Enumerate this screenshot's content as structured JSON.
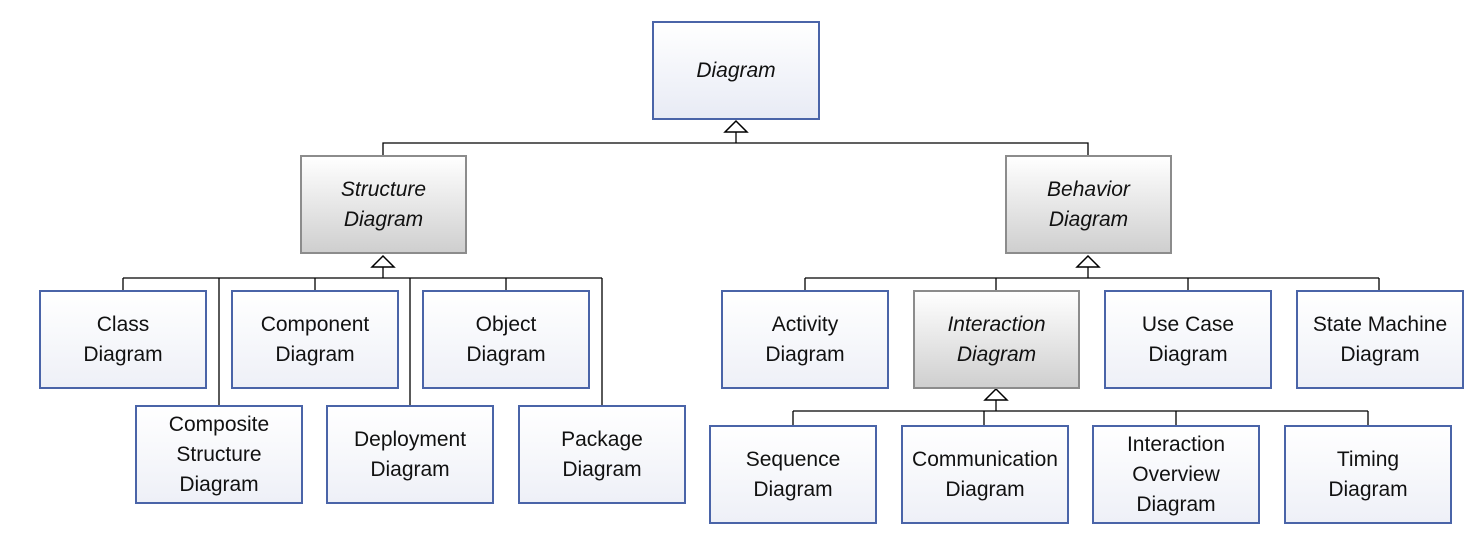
{
  "nodes": {
    "diagram": "Diagram",
    "structure": "Structure\nDiagram",
    "behavior": "Behavior\nDiagram",
    "class": "Class\nDiagram",
    "component": "Component\nDiagram",
    "object": "Object\nDiagram",
    "composite": "Composite\nStructure\nDiagram",
    "deployment": "Deployment\nDiagram",
    "package": "Package\nDiagram",
    "activity": "Activity\nDiagram",
    "interaction": "Interaction\nDiagram",
    "usecase": "Use Case\nDiagram",
    "statemachine": "State Machine\nDiagram",
    "sequence": "Sequence\nDiagram",
    "communication": "Communication\nDiagram",
    "interaction_overview": "Interaction\nOverview\nDiagram",
    "timing": "Timing\nDiagram"
  },
  "colors": {
    "concrete_border": "#4a64a8",
    "abstract_gray_border": "#8c8c8c",
    "line": "#000000"
  }
}
